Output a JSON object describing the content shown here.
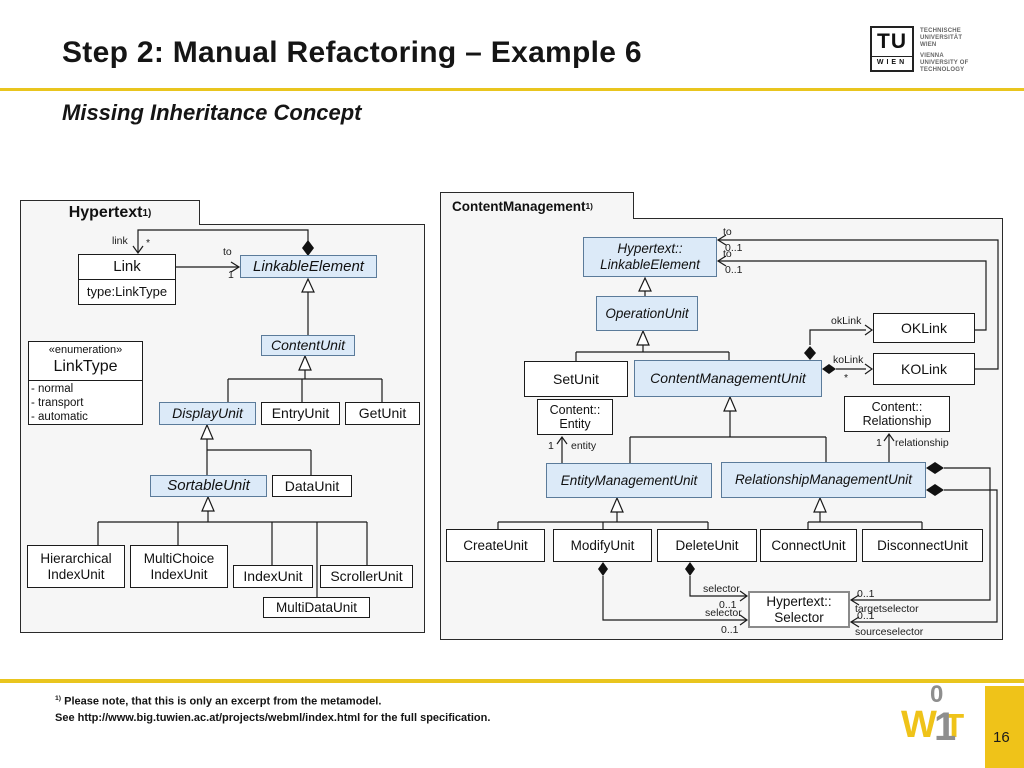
{
  "slide": {
    "title": "Step 2: Manual Refactoring – Example 6",
    "subtitle": "Missing Inheritance Concept",
    "page_number": "16"
  },
  "tu_logo": {
    "abbr": "TU",
    "city": "WIEN",
    "name_de_1": "TECHNISCHE",
    "name_de_2": "UNIVERSITÄT",
    "name_de_3": "WIEN",
    "name_en_1": "VIENNA",
    "name_en_2": "UNIVERSITY OF",
    "name_en_3": "TECHNOLOGY"
  },
  "wit_logo": {
    "w": "W",
    "zero": "0",
    "one": "1",
    "t": "T"
  },
  "footnote": {
    "sup": "1)",
    "line1": "Please note, that this is only an excerpt from the metamodel.",
    "line2": "See http://www.big.tuwien.ac.at/projects/webml/index.html for the full specification."
  },
  "hypertext": {
    "package_name": "Hypertext",
    "package_sup": "1)",
    "classes": {
      "link": {
        "name": "Link",
        "attr": "type:LinkType"
      },
      "linkable_element": "LinkableElement",
      "link_type": {
        "stereotype": "«enumeration»",
        "name": "LinkType",
        "attrs": [
          "- normal",
          "- transport",
          "- automatic"
        ]
      },
      "content_unit": "ContentUnit",
      "display_unit": "DisplayUnit",
      "entry_unit": "EntryUnit",
      "get_unit": "GetUnit",
      "sortable_unit": "SortableUnit",
      "data_unit": "DataUnit",
      "hierarchical_index_unit": {
        "line1": "Hierarchical",
        "line2": "IndexUnit"
      },
      "multi_choice_index_unit": {
        "line1": "MultiChoice",
        "line2": "IndexUnit"
      },
      "index_unit": "IndexUnit",
      "scroller_unit": "ScrollerUnit",
      "multi_data_unit": "MultiDataUnit"
    },
    "edge_labels": {
      "link_role": "link",
      "link_mult": "*",
      "to_role": "to",
      "to_mult": "1"
    }
  },
  "content_management": {
    "package_name": "ContentManagement",
    "package_sup": "1)",
    "classes": {
      "linkable_element": {
        "line1": "Hypertext::",
        "line2": "LinkableElement"
      },
      "operation_unit": "OperationUnit",
      "set_unit": "SetUnit",
      "content_management_unit": "ContentManagementUnit",
      "ok_link": "OKLink",
      "ko_link": "KOLink",
      "content_entity": {
        "line1": "Content::",
        "line2": "Entity"
      },
      "content_relationship": {
        "line1": "Content::",
        "line2": "Relationship"
      },
      "entity_management_unit": "EntityManagementUnit",
      "relationship_management_unit": "RelationshipManagementUnit",
      "create_unit": "CreateUnit",
      "modify_unit": "ModifyUnit",
      "delete_unit": "DeleteUnit",
      "connect_unit": "ConnectUnit",
      "disconnect_unit": "DisconnectUnit",
      "selector": {
        "line1": "Hypertext::",
        "line2": "Selector"
      }
    },
    "edge_labels": {
      "to_upper_role": "to",
      "to_upper_mult": "0..1",
      "to_lower_role": "to",
      "to_lower_mult": "0..1",
      "ok_link_role": "okLink",
      "ko_link_role": "koLink",
      "ko_link_mult": "*",
      "entity_mult": "1",
      "entity_role": "entity",
      "relationship_mult": "1",
      "relationship_role": "relationship",
      "delete_selector_role": "selector",
      "delete_selector_mult": "0..1",
      "modify_selector_role": "selector",
      "modify_selector_mult": "0..1",
      "targetselector_mult": "0..1",
      "targetselector_role": "targetselector",
      "sourceselector_mult": "0..1",
      "sourceselector_role": "sourceselector"
    }
  },
  "colors": {
    "accent_yellow": "#E9C51E",
    "abstract_class_fill": "#DCEAF8",
    "package_fill": "#F6F6F6"
  }
}
